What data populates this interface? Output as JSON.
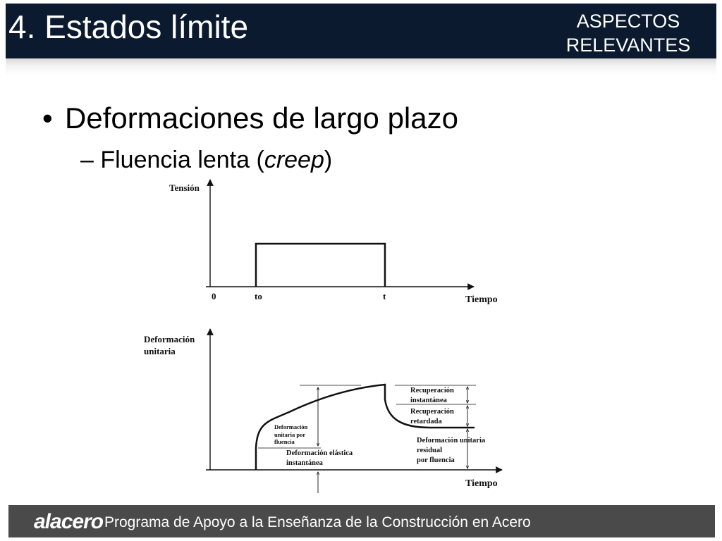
{
  "header": {
    "title": "4. Estados límite",
    "section_line1": "ASPECTOS",
    "section_line2": "RELEVANTES"
  },
  "content": {
    "bullet1": "Deformaciones de largo plazo",
    "bullet2_prefix": "– Fluencia lenta (",
    "bullet2_italic": "creep",
    "bullet2_suffix": ")"
  },
  "diagram": {
    "top_ylabel": "Tensión",
    "top_origin": "0",
    "top_t0": "to",
    "top_t": "t",
    "top_xlabel": "Tiempo",
    "bottom_ylabel_line1": "Deformación",
    "bottom_ylabel_line2": "unitaria",
    "bottom_xlabel": "Tiempo",
    "creep_label_line1": "Deformación",
    "creep_label_line2": "unitaria por",
    "creep_label_line3": "fluencia",
    "elastic_label_line1": "Deformación elástica",
    "elastic_label_line2": "instantánea",
    "recovery_inst_line1": "Recuperación",
    "recovery_inst_line2": "instantánea",
    "recovery_delayed_line1": "Recuperación",
    "recovery_delayed_line2": "retardada",
    "residual_line1": "Deformación unitaria",
    "residual_line2": "residual",
    "residual_line3": "por fluencia"
  },
  "footer": {
    "logo": "alacero",
    "text": "Programa de Apoyo a la Enseñanza de la Construcción en Acero"
  },
  "colors": {
    "header_bg": "#0b1a2e",
    "footer_bg": "#4a4a4a"
  }
}
